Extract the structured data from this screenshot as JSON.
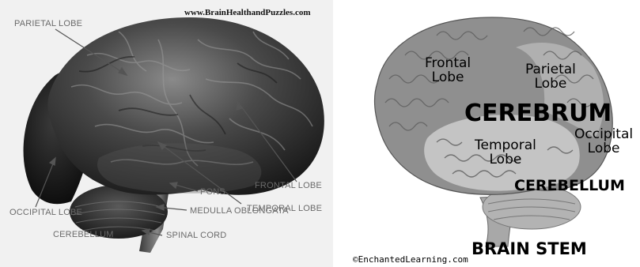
{
  "left_diagram": {
    "credit": "www.BrainHealthandPuzzles.com",
    "labels": {
      "parietal": "PARIETAL LOBE",
      "frontal": "FRONTAL LOBE",
      "temporal": "TEMPORAL LOBE",
      "pons": "PONS",
      "medulla": "MEDULLA OBLONGATA",
      "occipital": "OCCIPITAL LOBE",
      "cerebellum": "CEREBELLUM",
      "spinal": "SPINAL CORD"
    }
  },
  "right_diagram": {
    "credit": "©EnchantedLearning.com",
    "labels": {
      "frontal": "Frontal\nLobe",
      "parietal": "Parietal\nLobe",
      "cerebrum": "CEREBRUM",
      "temporal": "Temporal\nLobe",
      "occipital": "Occipital\nLobe",
      "cerebellum": "CEREBELLUM",
      "brain_stem": "BRAIN STEM"
    }
  },
  "colors": {
    "left_background": "#f1f1f1",
    "brain_dark": "#2a2a2a",
    "label_gray": "#6a6a6a",
    "right_cerebrum": "#8f8f8f",
    "right_temporal": "#c4c4c4"
  }
}
